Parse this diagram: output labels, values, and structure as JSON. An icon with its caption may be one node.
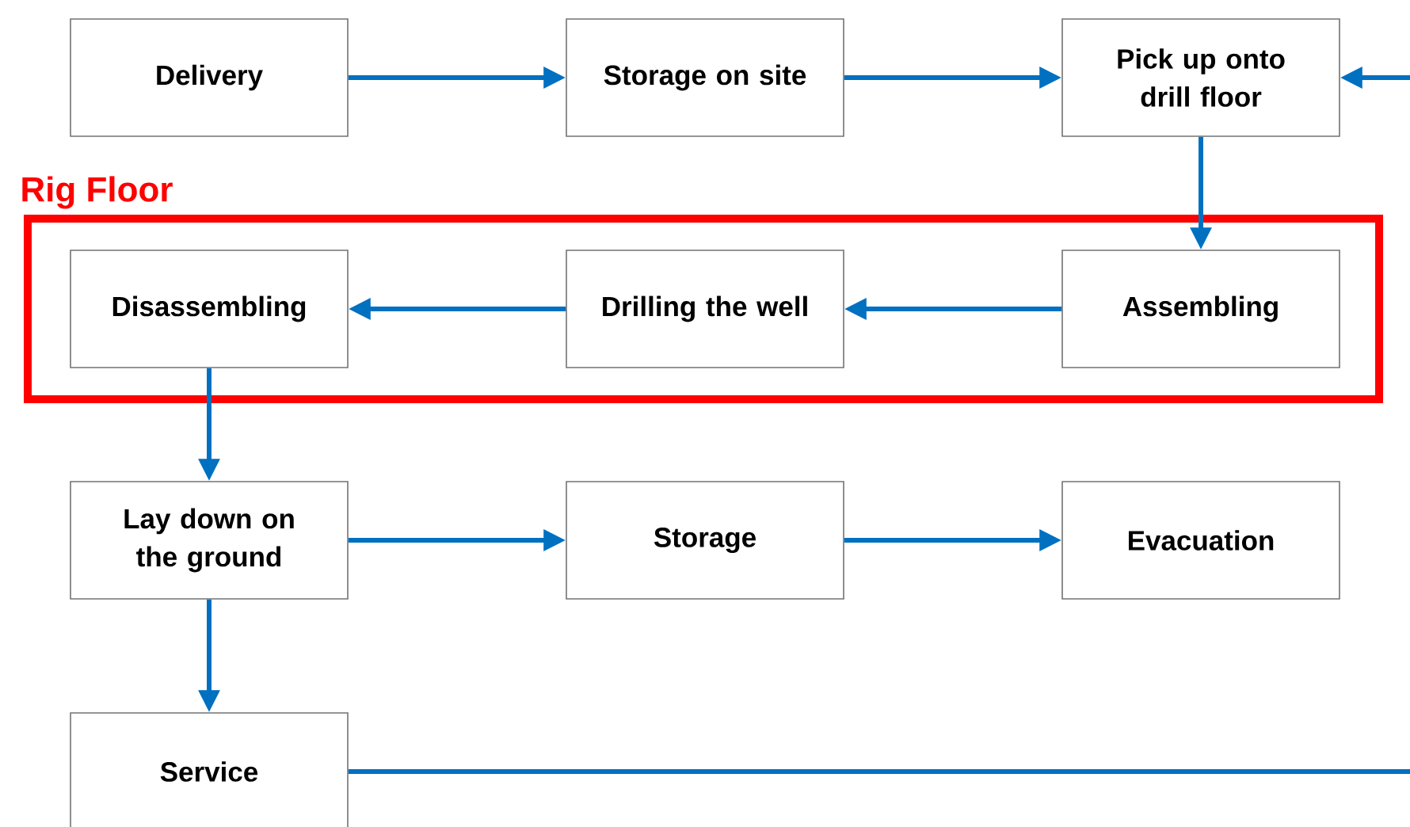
{
  "diagram": {
    "nodes": [
      {
        "text": [
          "Delivery"
        ]
      },
      {
        "text": [
          "Storage on site"
        ]
      },
      {
        "text": [
          "Pick up onto drill floor"
        ]
      },
      {
        "text": [
          "Rig Floor"
        ]
      },
      {
        "text": [
          "Disassembling"
        ],
        "in": 3
      },
      {
        "text": [
          "Drilling the well"
        ],
        "in": 3
      },
      {
        "text": [
          "Assembling"
        ],
        "in": 3
      },
      {
        "text": [
          "Lay down on the ground"
        ]
      },
      {
        "text": [
          "Storage"
        ]
      },
      {
        "text": [
          "Evacuation"
        ]
      },
      {
        "text": [
          "Service"
        ]
      }
    ],
    "edges": [
      {
        "from": 0,
        "to": 1,
        "arrow": "to"
      },
      {
        "from": 1,
        "to": 2,
        "arrow": "to"
      },
      {
        "from": null,
        "to": 2,
        "arrow": "to"
      },
      {
        "from": 2,
        "to": 6,
        "arrow": "to"
      },
      {
        "from": 6,
        "to": 5,
        "arrow": "to"
      },
      {
        "from": 5,
        "to": 4,
        "arrow": "to"
      },
      {
        "from": 4,
        "to": 7,
        "arrow": "to"
      },
      {
        "from": 7,
        "to": 8,
        "arrow": "to"
      },
      {
        "from": 8,
        "to": 9,
        "arrow": "to"
      },
      {
        "from": 7,
        "to": 10,
        "arrow": "to"
      },
      {
        "from": 10,
        "to": null,
        "arrow": "none"
      }
    ]
  }
}
